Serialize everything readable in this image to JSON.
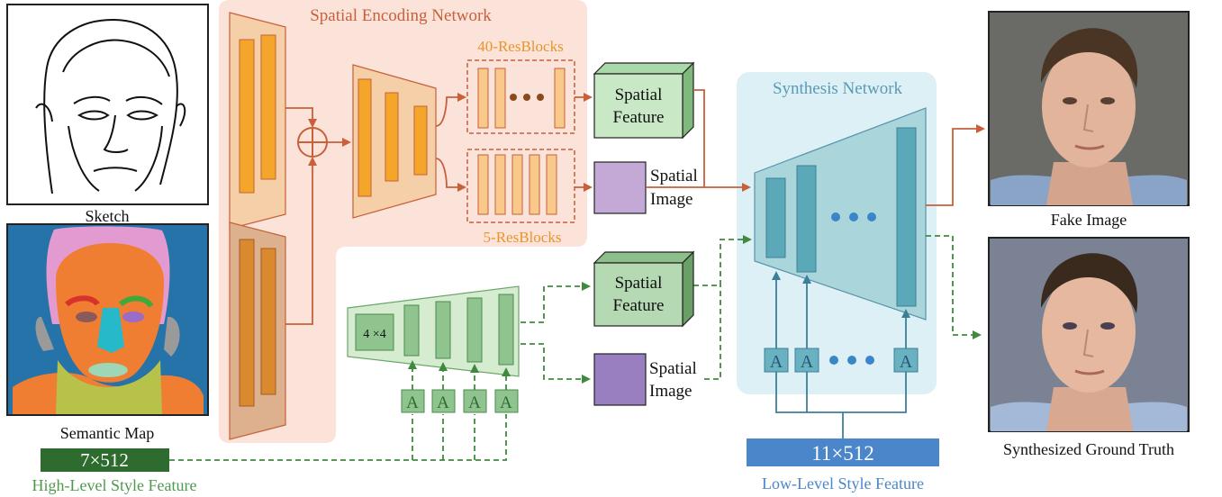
{
  "inputs": {
    "sketch_label": "Sketch",
    "semantic_label": "Semantic Map"
  },
  "spatial_encoder": {
    "title": "Spatial Encoding Network",
    "resblocks_40": "40-ResBlocks",
    "resblocks_5": "5-ResBlocks"
  },
  "outputs_top": {
    "feature_line1": "Spatial",
    "feature_line2": "Feature",
    "image_line1": "Spatial",
    "image_line2": "Image"
  },
  "outputs_bottom": {
    "feature_line1": "Spatial",
    "feature_line2": "Feature",
    "image_line1": "Spatial",
    "image_line2": "Image"
  },
  "mapping": {
    "const_label": "4 ×4",
    "a_label": "A"
  },
  "synthesis": {
    "title": "Synthesis Network",
    "a_label": "A"
  },
  "high_style": {
    "value": "7×512",
    "label": "High-Level Style Feature"
  },
  "low_style": {
    "value": "11×512",
    "label": "Low-Level Style Feature"
  },
  "results": {
    "fake_label": "Fake Image",
    "gt_label": "Synthesized Ground Truth"
  },
  "colors": {
    "encoder": "#c8603a",
    "encoder_bg": "#fbe3d9",
    "block": "#f4a62a",
    "mapping": "#4d8a4d",
    "synthesis": "#4f8fa8",
    "synthesis_bg": "#dcf0f6"
  }
}
